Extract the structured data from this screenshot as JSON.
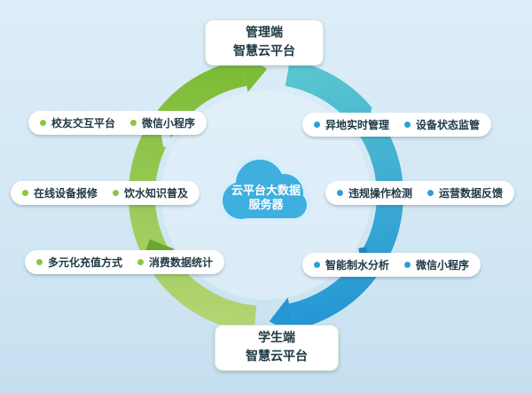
{
  "colors": {
    "background_top": "#ddeef8",
    "background_bottom": "#c6dff0",
    "green_arc_light": "#b3d472",
    "green_arc_dark": "#7cbc36",
    "green_chevron": "#6aa92c",
    "blue_arc_teal": "#5ac6cf",
    "blue_arc_dark": "#2596d4",
    "blue_chevron": "#1d86c0",
    "cloud_fill": "#3fafe0",
    "cloud_halo": "#d6eefb",
    "bullet_green": "#8dc63f",
    "bullet_blue": "#2d9fd3",
    "text_dark": "#1e3844"
  },
  "top_node": {
    "line1": "管理端",
    "line2": "智慧云平台"
  },
  "bottom_node": {
    "line1": "学生端",
    "line2": "智慧云平台"
  },
  "center_cloud": {
    "line1": "云平台大数据",
    "line2": "服务器"
  },
  "left_groups": [
    {
      "items": [
        "校友交互平台",
        "微信小程序"
      ]
    },
    {
      "items": [
        "在线设备报修",
        "饮水知识普及"
      ]
    },
    {
      "items": [
        "多元化充值方式",
        "消费数据统计"
      ]
    }
  ],
  "right_groups": [
    {
      "items": [
        "异地实时管理",
        "设备状态监管"
      ]
    },
    {
      "items": [
        "违规操作检测",
        "运营数据反馈"
      ]
    },
    {
      "items": [
        "智能制水分析",
        "微信小程序"
      ]
    }
  ]
}
